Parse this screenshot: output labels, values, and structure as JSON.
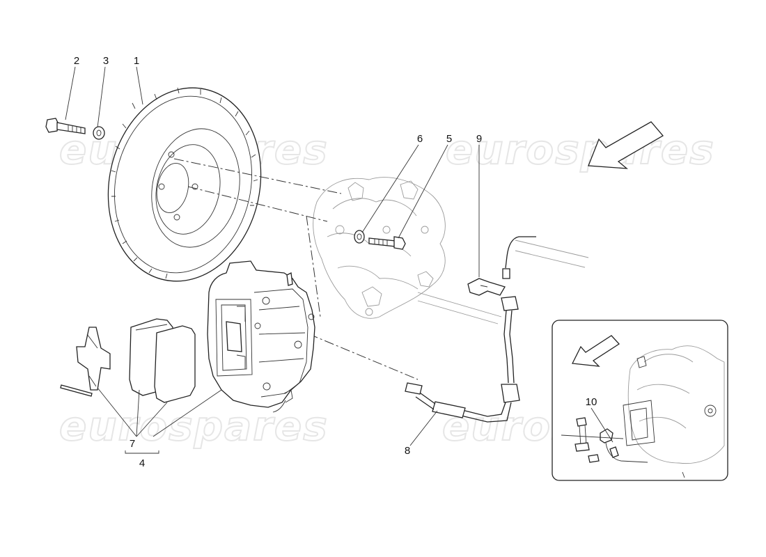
{
  "watermark": {
    "text": "eurospares"
  },
  "callouts": [
    {
      "id": "1",
      "text": "1"
    },
    {
      "id": "2",
      "text": "2"
    },
    {
      "id": "3",
      "text": "3"
    },
    {
      "id": "4",
      "text": "4"
    },
    {
      "id": "5",
      "text": "5"
    },
    {
      "id": "6",
      "text": "6"
    },
    {
      "id": "7",
      "text": "7"
    },
    {
      "id": "8",
      "text": "8"
    },
    {
      "id": "9",
      "text": "9"
    },
    {
      "id": "10",
      "text": "10"
    }
  ],
  "icons": {
    "direction_arrow_main": "direction-arrow",
    "direction_arrow_inset": "direction-arrow"
  }
}
